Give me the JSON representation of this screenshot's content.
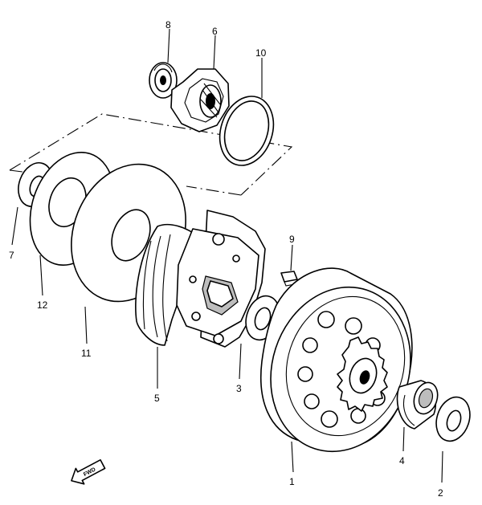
{
  "callouts": {
    "c1": "1",
    "c2": "2",
    "c3": "3",
    "c4": "4",
    "c5": "5",
    "c6": "6",
    "c7": "7",
    "c8": "8",
    "c9": "9",
    "c10": "10",
    "c11": "11",
    "c12": "12"
  },
  "direction_arrow": {
    "label": "FWD",
    "icon": "forward-arrow-icon"
  },
  "colors": {
    "line": "#000000",
    "background": "#ffffff",
    "shade": "#bdbdbd"
  }
}
